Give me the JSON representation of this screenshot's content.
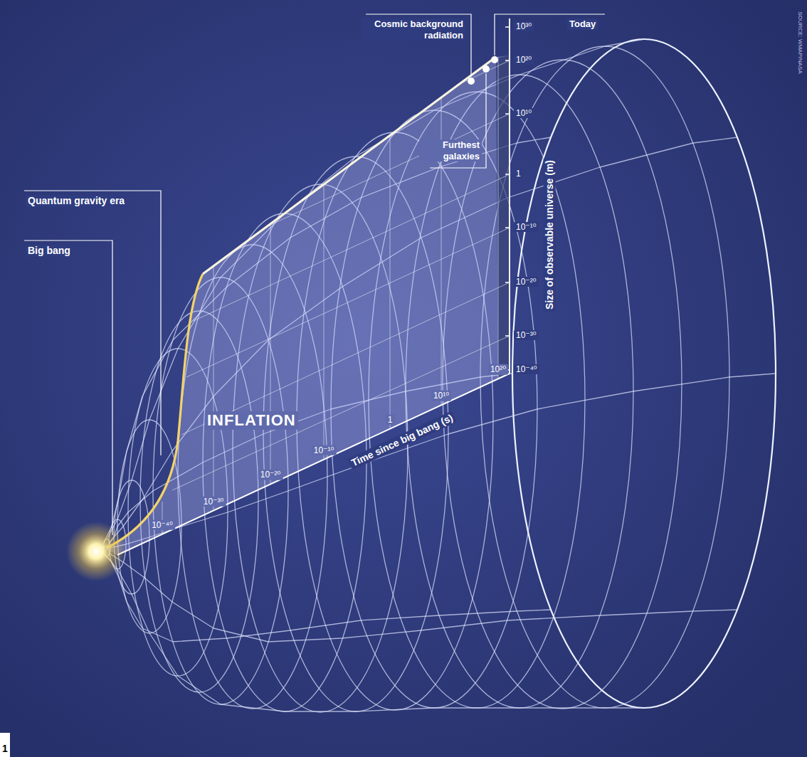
{
  "diagram": {
    "labels": [
      "Cosmic background radiation",
      "Today",
      "Quantum gravity era",
      "Big bang",
      "Furthest galaxies",
      "INFLATION",
      "Size of observable universe (m)",
      "10³⁰",
      "10²⁰",
      "10¹⁰",
      "1",
      "10⁻¹⁰",
      "10⁻²⁰",
      "10⁻³⁰",
      "10⁻⁴⁰",
      "Time since big bang (s)",
      "10⁻⁴⁰",
      "10⁻³⁰",
      "10⁻²⁰",
      "10⁻¹⁰",
      "1",
      "10¹⁰",
      "10²⁰",
      "SOURCE: WMAP/NASA",
      "1"
    ]
  }
}
